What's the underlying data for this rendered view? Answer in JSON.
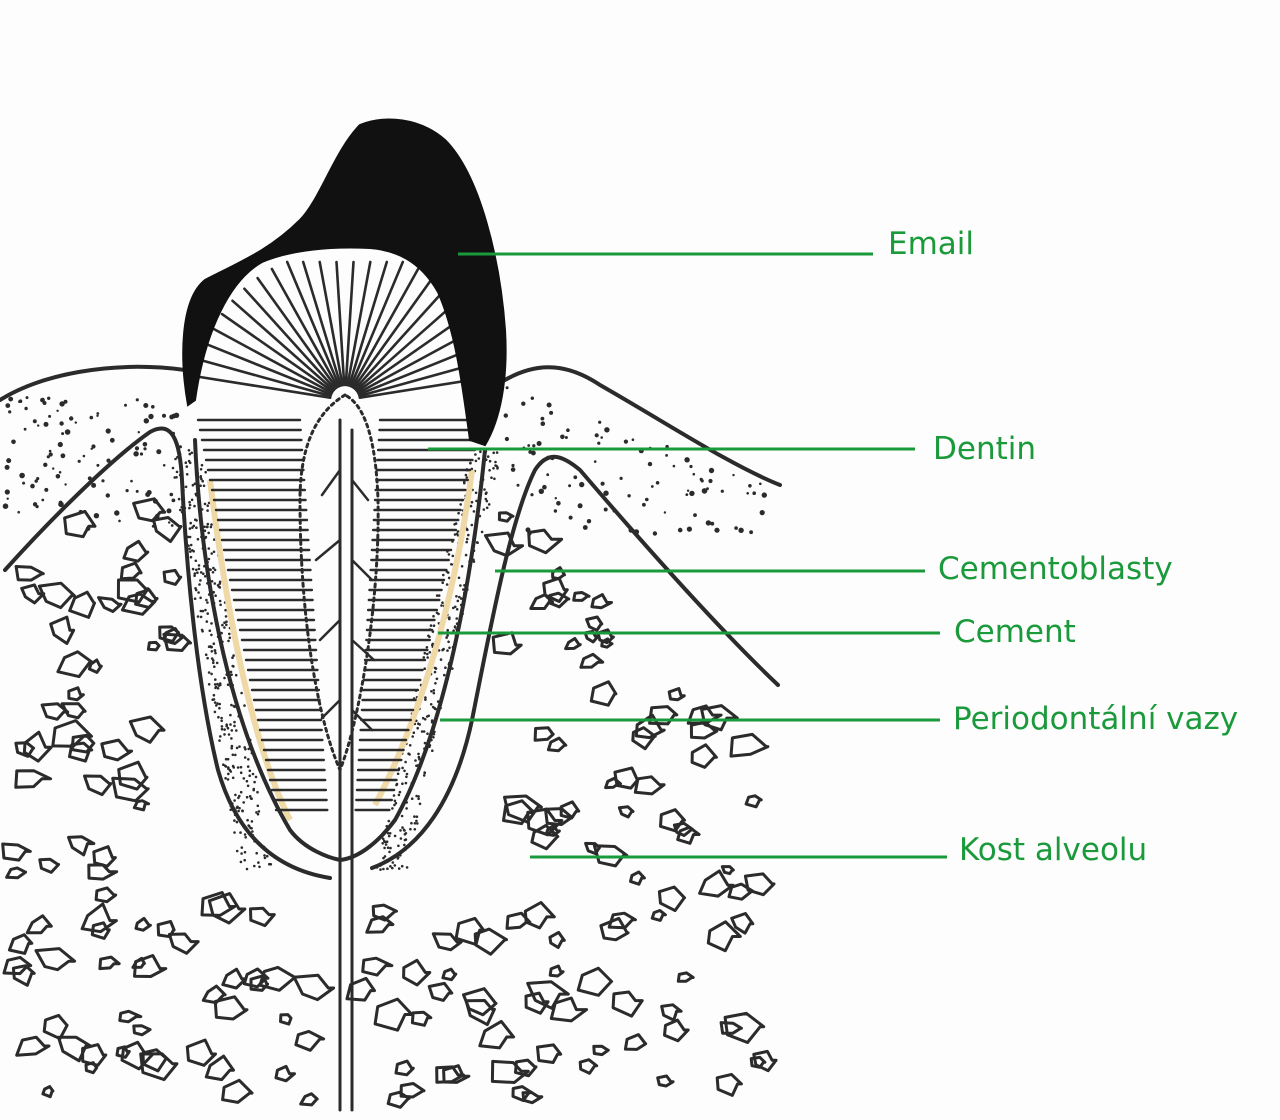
{
  "labels": {
    "email": "Email",
    "dentin": "Dentin",
    "cementoblasty": "Cementoblasty",
    "cement": "Cement",
    "periodontalni_vazy": "Periodontální vazy",
    "kost_alveolu": "Kost alveolu"
  },
  "colors": {
    "label": "#1a9a3a",
    "ink": "#2b2b2b",
    "enamel": "#111111",
    "cement": "#efd9a6",
    "background": "#fdfdfd"
  }
}
